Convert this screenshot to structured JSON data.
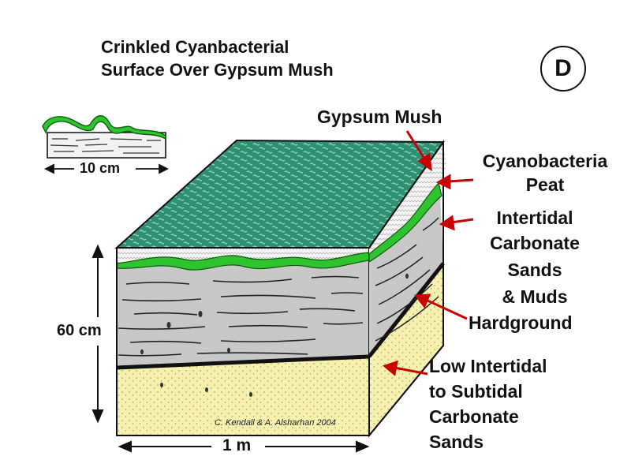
{
  "title_lines": [
    "Crinkled Cyanbacterial",
    "Surface Over Gypsum Mush"
  ],
  "panel_letter": "D",
  "inset_scale": "10 cm",
  "height_scale": "60 cm",
  "width_scale": "1 m",
  "labels": {
    "gypsum": "Gypsum Mush",
    "cyano": [
      "Cyanobacteria",
      "Peat"
    ],
    "intertidal": [
      "Intertidal",
      "Carbonate",
      "Sands",
      "& Muds"
    ],
    "hardground": "Hardground",
    "low": [
      "Low Intertidal",
      "to Subtidal",
      "Carbonate",
      "Sands"
    ]
  },
  "credit": "C. Kendall & A. Alsharhan 2004",
  "colors": {
    "surface": "#2e8f73",
    "mat": "#2fc42f",
    "gypsum": "#f2f2f2",
    "carbonate": "#c8c8c8",
    "sand": "#f7f1b0",
    "arrow": "#c90000"
  }
}
